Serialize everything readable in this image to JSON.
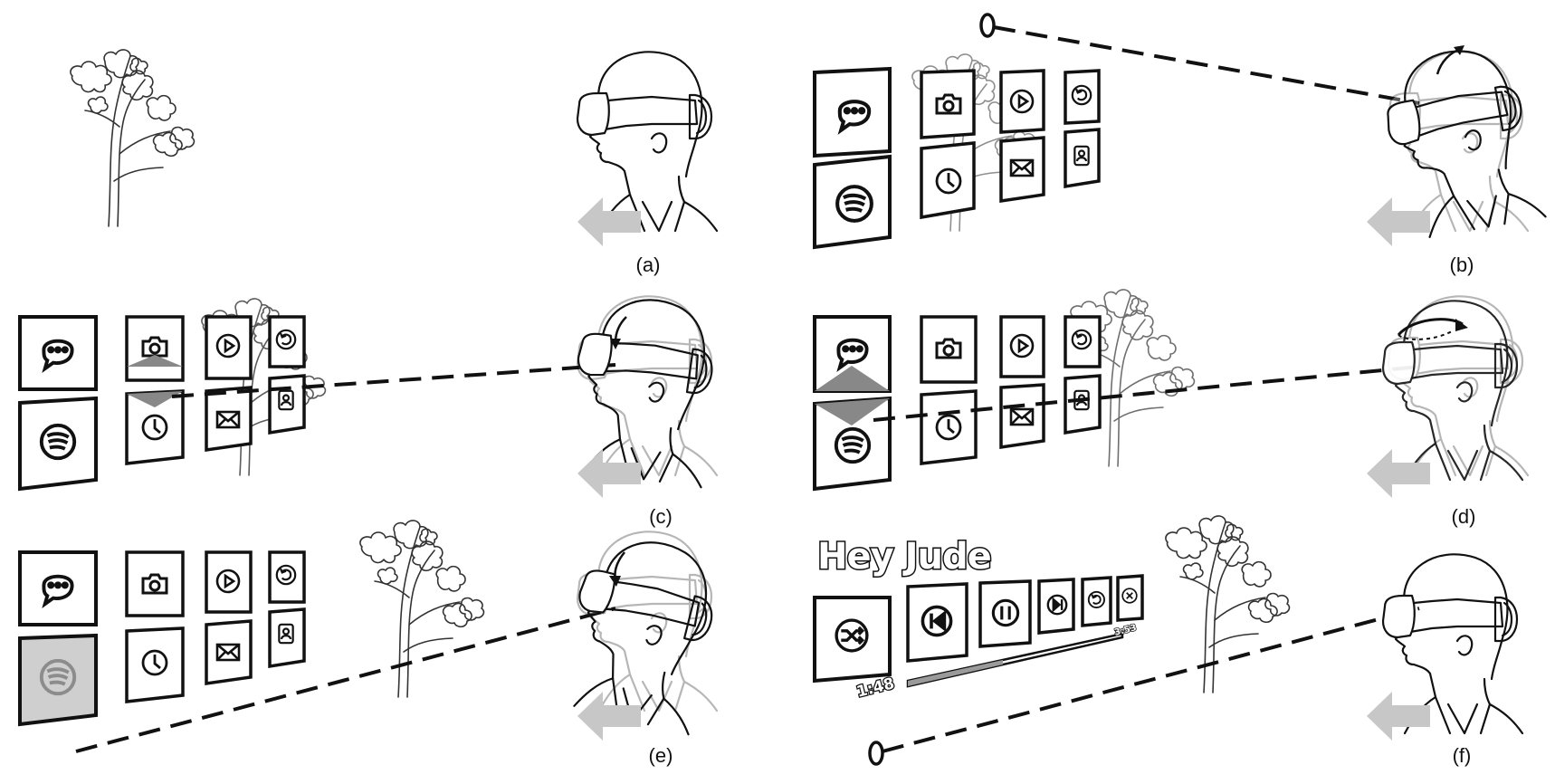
{
  "panels": [
    {
      "caption": "(a)"
    },
    {
      "caption": "(b)"
    },
    {
      "caption": "(c)"
    },
    {
      "caption": "(d)"
    },
    {
      "caption": "(e)"
    },
    {
      "caption": "(f)"
    }
  ],
  "music_player": {
    "song_title": "Hey Jude",
    "elapsed_time": "1:48",
    "total_time": "3:53"
  },
  "icons": {
    "large_tiles": [
      "chat-bubble-icon",
      "spotify-icon"
    ],
    "app_grid": [
      "camera-icon",
      "play-icon",
      "undo-icon",
      "clock-icon",
      "mail-icon",
      "contact-icon"
    ],
    "player_controls": [
      "shuffle-icon",
      "previous-icon",
      "pause-icon",
      "next-icon",
      "undo-icon",
      "close-icon"
    ]
  },
  "colors": {
    "ink": "#111111",
    "arrow_gray": "#c7c7c7",
    "ghost_gray": "#b5b5b5",
    "selected_tile": "#cfcfcf"
  }
}
